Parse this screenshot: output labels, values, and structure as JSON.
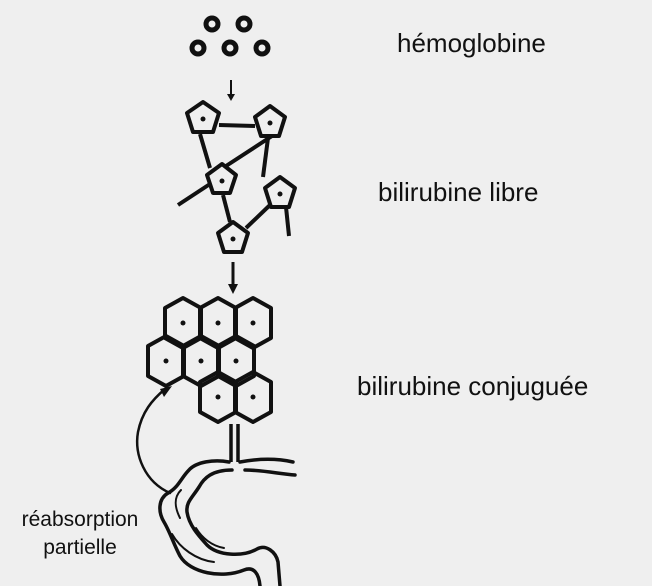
{
  "labels": {
    "stage1": "hémoglobine",
    "stage2": "bilirubine libre",
    "stage3": "bilirubine conjuguée",
    "side_line1": "réabsorption",
    "side_line2": "partielle"
  },
  "colors": {
    "background": "#efefef",
    "ink": "#111111"
  }
}
